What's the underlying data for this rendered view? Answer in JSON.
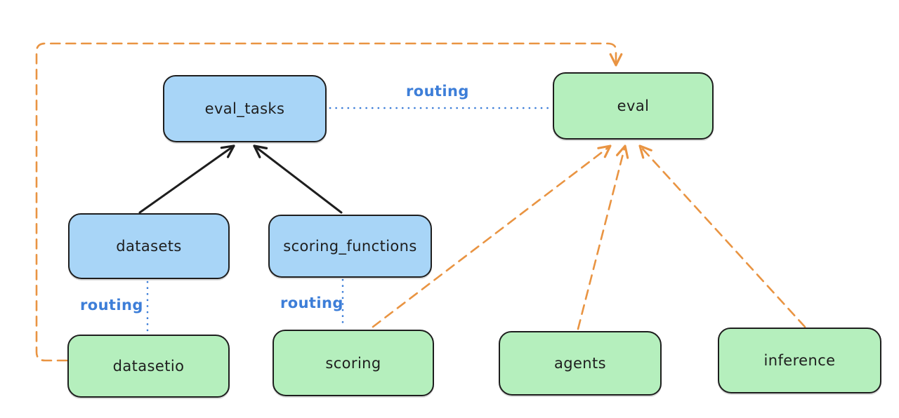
{
  "diagram": {
    "type": "architecture-diagram",
    "background": "#ffffff",
    "colors": {
      "node_blue_fill": "#a8d5f7",
      "node_green_fill": "#b5efbd",
      "node_stroke": "#1e1e1e",
      "routing_line": "#3d7ed8",
      "provider_line": "#e99442",
      "dependency_line": "#1e1e1e"
    },
    "nodes": {
      "eval_tasks": {
        "label": "eval_tasks",
        "color": "blue"
      },
      "eval": {
        "label": "eval",
        "color": "green"
      },
      "datasets": {
        "label": "datasets",
        "color": "blue"
      },
      "scoring_functions": {
        "label": "scoring_functions",
        "color": "blue"
      },
      "datasetio": {
        "label": "datasetio",
        "color": "green"
      },
      "scoring": {
        "label": "scoring",
        "color": "green"
      },
      "agents": {
        "label": "agents",
        "color": "green"
      },
      "inference": {
        "label": "inference",
        "color": "green"
      }
    },
    "edges": [
      {
        "from": "datasets",
        "to": "eval_tasks",
        "style": "solid-arrow",
        "color": "black",
        "label": ""
      },
      {
        "from": "scoring_functions",
        "to": "eval_tasks",
        "style": "solid-arrow",
        "color": "black",
        "label": ""
      },
      {
        "from": "eval_tasks",
        "to": "eval",
        "style": "dotted",
        "color": "blue",
        "label": "routing"
      },
      {
        "from": "datasets",
        "to": "datasetio",
        "style": "dotted",
        "color": "blue",
        "label": "routing"
      },
      {
        "from": "scoring_functions",
        "to": "scoring",
        "style": "dotted",
        "color": "blue",
        "label": "routing"
      },
      {
        "from": "datasetio",
        "to": "eval",
        "style": "dashed-arrow",
        "color": "orange",
        "label": ""
      },
      {
        "from": "scoring",
        "to": "eval",
        "style": "dashed-arrow",
        "color": "orange",
        "label": ""
      },
      {
        "from": "agents",
        "to": "eval",
        "style": "dashed-arrow",
        "color": "orange",
        "label": ""
      },
      {
        "from": "inference",
        "to": "eval",
        "style": "dashed-arrow",
        "color": "orange",
        "label": ""
      }
    ]
  }
}
